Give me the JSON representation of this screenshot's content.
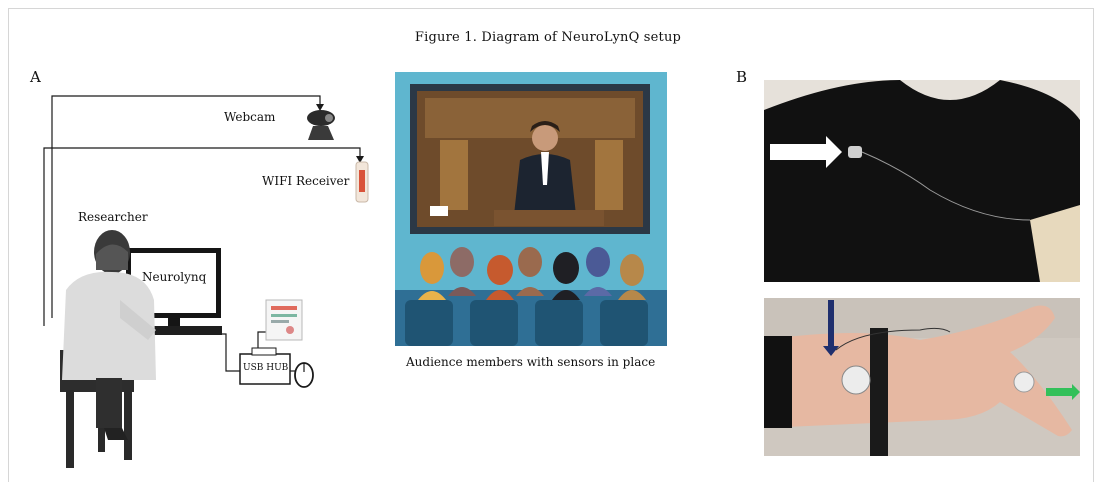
{
  "figure": {
    "title": "Figure 1. Diagram of NeuroLynQ setup",
    "panel_a": {
      "label": "A",
      "webcam": "Webcam",
      "wifi": "WIFI Receiver",
      "researcher": "Researcher",
      "screen": "Neurolynq",
      "usb": "USB HUB"
    },
    "video": {
      "caption": "Audience members with sensors in place"
    },
    "panel_b": {
      "label": "B"
    }
  },
  "colors": {
    "line": "#1a1a1a",
    "sky": "#5fb6cf",
    "seat": "#2f6f95",
    "shirt": "#111111",
    "arrow_green": "#33c05a",
    "arrow_navy": "#1f2f6e"
  }
}
